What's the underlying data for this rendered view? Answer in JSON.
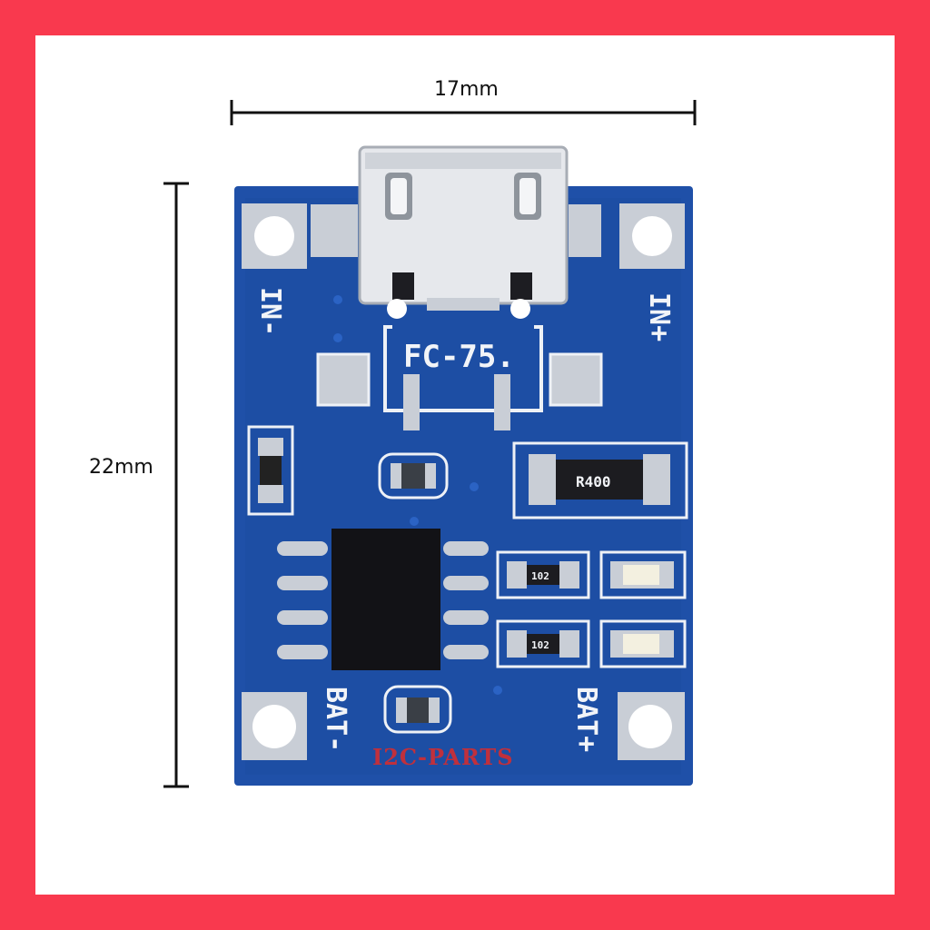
{
  "dimensions": {
    "width_label": "17mm",
    "height_label": "22mm"
  },
  "board": {
    "silkscreen": {
      "in_minus": "IN-",
      "in_plus": "IN+",
      "bat_minus": "BAT-",
      "bat_plus": "BAT+",
      "model": "FC-75.",
      "resistor_code": "R400",
      "small_resistor_code": "102"
    },
    "watermark": "I2C-PARTS",
    "colors": {
      "pcb": "#1f50a8",
      "frame": "#f9394e",
      "pad": "#d9dde3"
    }
  }
}
